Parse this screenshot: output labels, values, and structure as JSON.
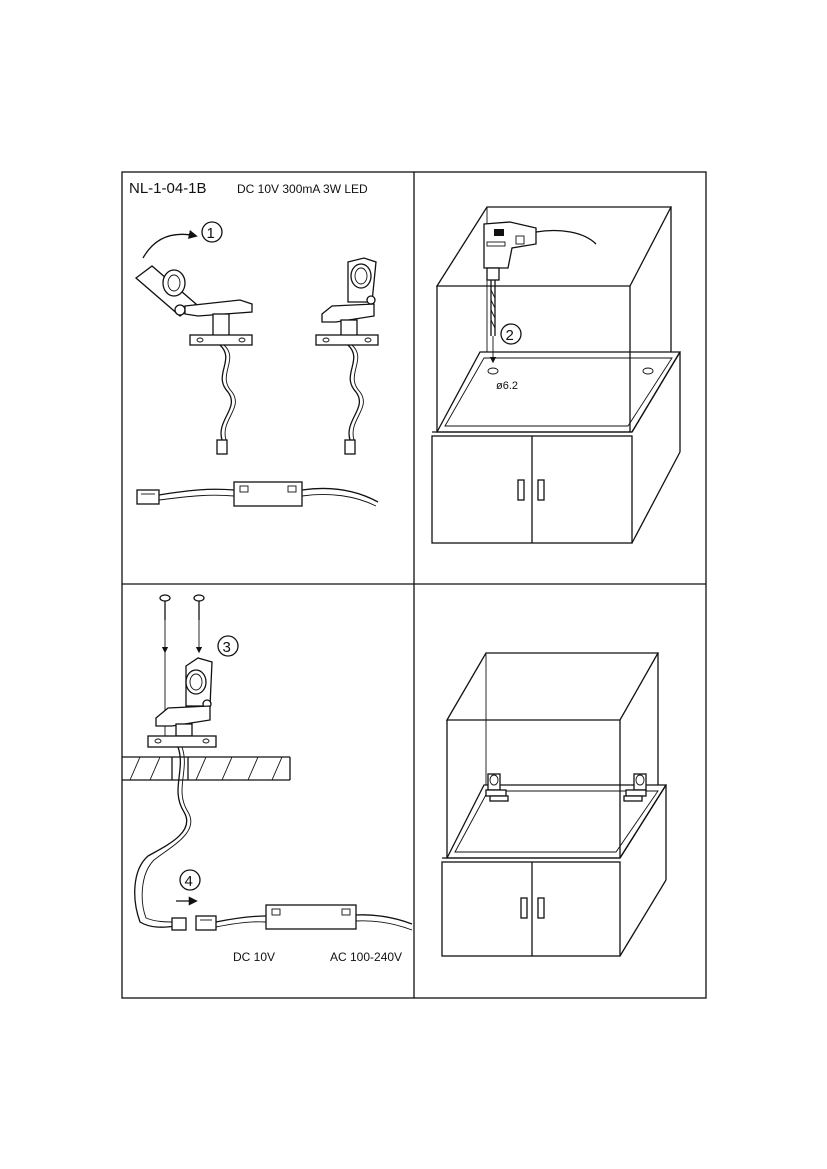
{
  "panel1": {
    "model": "NL-1-04-1B",
    "spec": "DC 10V  300mA  3W  LED",
    "step_marker": "1"
  },
  "panel2": {
    "step_marker": "2",
    "hole_diameter": "ø6.2"
  },
  "panel3": {
    "step_marker_screws": "3",
    "step_marker_connect": "4",
    "output_label": "DC 10V",
    "input_label": "AC 100-240V"
  },
  "icons": [
    "rotate-arrow-icon",
    "drill-icon",
    "screw-icon",
    "arrow-right-icon"
  ]
}
